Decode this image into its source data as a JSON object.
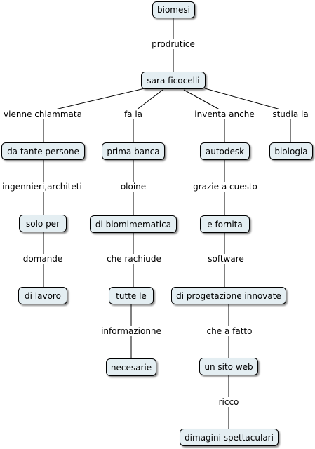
{
  "concepts": {
    "biomesi": "biomesi",
    "sara": "sara ficocelli",
    "da_tante": "da tante persone",
    "prima_banca": "prima banca",
    "autodesk": "autodesk",
    "biologia": "biologia",
    "solo_per": "solo per",
    "di_biomimematica": "di biomimematica",
    "e_fornita": "e fornita",
    "di_lavoro": "di lavoro",
    "tutte_le": "tutte le",
    "di_progetazione": "di progetazione innovate",
    "necesarie": "necesarie",
    "un_sito": "un sito web",
    "dimagini": "dimagini spettaculari"
  },
  "links": {
    "prodrutice": "prodrutice",
    "vienne": "vienne chiammata",
    "fa_la": "fa la",
    "inventa": "inventa anche",
    "studia": "studia la",
    "ingennieri": "ingennieri,architeti",
    "oloine": "oloine",
    "grazie": "grazie a cuesto",
    "domande": "domande",
    "che_rachiude": "che rachiude",
    "software": "software",
    "informazionne": "informazionne",
    "che_a_fatto": "che a fatto",
    "ricco": "ricco"
  }
}
